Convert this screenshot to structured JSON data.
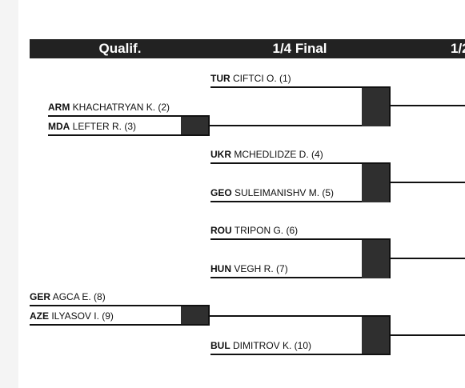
{
  "header": {
    "qualif": "Qualif.",
    "quarter": "1/4 Final",
    "semi": "1/2"
  },
  "qualif_matches": [
    {
      "top": {
        "nat": "ARM",
        "name": "KHACHATRYAN K. (2)"
      },
      "bottom": {
        "nat": "MDA",
        "name": "LEFTER R. (3)"
      }
    },
    {
      "top": {
        "nat": "GER",
        "name": "AGCA E. (8)"
      },
      "bottom": {
        "nat": "AZE",
        "name": "ILYASOV I. (9)"
      }
    }
  ],
  "quarter_matches": [
    {
      "top": {
        "nat": "TUR",
        "name": "CIFTCI O. (1)"
      },
      "bottom": {
        "nat": "",
        "name": ""
      }
    },
    {
      "top": {
        "nat": "UKR",
        "name": "MCHEDLIDZE D. (4)"
      },
      "bottom": {
        "nat": "GEO",
        "name": "SULEIMANISHV M. (5)"
      }
    },
    {
      "top": {
        "nat": "ROU",
        "name": "TRIPON G. (6)"
      },
      "bottom": {
        "nat": "HUN",
        "name": "VEGH R. (7)"
      }
    },
    {
      "top": {
        "nat": "",
        "name": ""
      },
      "bottom": {
        "nat": "BUL",
        "name": "DIMITROV K. (10)"
      }
    }
  ]
}
